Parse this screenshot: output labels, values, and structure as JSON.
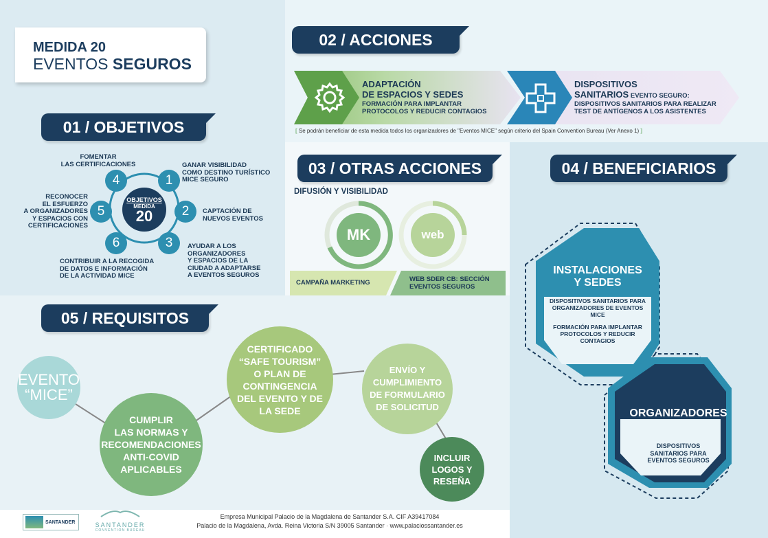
{
  "title": {
    "line1": "MEDIDA 20",
    "line2_a": "EVENTOS ",
    "line2_b": "SEGUROS"
  },
  "sections": {
    "acciones": "02 / ACCIONES",
    "objetivos": "01 / OBJETIVOS",
    "otras": "03 / OTRAS ACCIONES",
    "beneficiarios": "04 / BENEFICIARIOS",
    "requisitos": "05 / REQUISITOS"
  },
  "acciones": {
    "a1_title1": "ADAPTACIÓN",
    "a1_title2": "DE ESPACIOS Y SEDES",
    "a1_sub1": "FORMACIÓN PARA IMPLANTAR",
    "a1_sub2": "PROTOCOLOS Y REDUCIR CONTAGIOS",
    "a2_title1": "DISPOSITIVOS",
    "a2_title2": "SANITARIOS",
    "a2_title_small": " EVENTO SEGURO:",
    "a2_sub1": "DISPOSITIVOS SANITARIOS PARA REALIZAR",
    "a2_sub2": "TEST DE ANTÍGENOS A LOS ASISTENTES",
    "note": "Se podrán beneficiar de esta medida todos los organizadores de \"Eventos MICE\" según criterio del Spain Convention Bureau (Ver Anexo 1)"
  },
  "objetivos": {
    "center_1": "OBJETIVOS",
    "center_2": "MEDIDA",
    "center_3": "20",
    "nums": [
      "1",
      "2",
      "3",
      "4",
      "5",
      "6"
    ],
    "items": {
      "o1": [
        "GANAR VISIBILIDAD",
        "COMO DESTINO TURÍSTICO",
        "MICE SEGURO"
      ],
      "o2": [
        "CAPTACIÓN DE",
        "NUEVOS EVENTOS"
      ],
      "o3": [
        "AYUDAR A LOS",
        "ORGANIZADORES",
        "Y ESPACIOS DE LA",
        "CIUDAD A ADAPTARSE",
        "A EVENTOS SEGUROS"
      ],
      "o4": [
        "FOMENTAR",
        "LAS CERTIFICACIONES"
      ],
      "o5": [
        "RECONOCER",
        "EL ESFUERZO",
        "A ORGANIZADORES",
        "Y ESPACIOS CON",
        "CERTIFICACIONES"
      ],
      "o6": [
        "CONTRIBUIR A LA RECOGIDA",
        "DE DATOS E INFORMACIÓN",
        "DE LA ACTIVIDAD MICE"
      ]
    }
  },
  "otras": {
    "subtitle": "DIFUSIÓN Y VISIBILIDAD",
    "mk": "MK",
    "web": "web",
    "label1": "CAMPAÑA MARKETING",
    "label2_1": "WEB SDER CB: SECCIÓN",
    "label2_2": "EVENTOS SEGUROS"
  },
  "beneficiarios": {
    "h1_title1": "INSTALACIONES",
    "h1_title2": "Y SEDES",
    "h1_p1": [
      "DISPOSITIVOS SANITARIOS PARA",
      "ORGANIZADORES DE EVENTOS",
      "MICE"
    ],
    "h1_p2": [
      "FORMACIÓN PARA IMPLANTAR",
      "PROTOCOLOS Y REDUCIR",
      "CONTAGIOS"
    ],
    "h2_title": "ORGANIZADORES",
    "h2_p": [
      "DISPOSITIVOS",
      "SANITARIOS PARA",
      "EVENTOS SEGUROS"
    ]
  },
  "requisitos": {
    "r0": [
      "EVENTO",
      "“MICE”"
    ],
    "r1": [
      "CUMPLIR",
      "LAS NORMAS Y",
      "RECOMENDACIONES",
      "ANTI-COVID",
      "APLICABLES"
    ],
    "r2": [
      "CERTIFICADO",
      "“SAFE TOURISM”",
      "O PLAN DE",
      "CONTINGENCIA",
      "DEL EVENTO Y DE",
      "LA SEDE"
    ],
    "r3": [
      "ENVÍO Y",
      "CUMPLIMIENTO",
      "DE FORMULARIO",
      "DE SOLICITUD"
    ],
    "r4": [
      "INCLUIR",
      "LOGOS Y",
      "RESEÑA"
    ]
  },
  "footer": {
    "line1": "Empresa Municipal Palacio de la Magdalena de Santander S.A. CIF A39417084",
    "line2": "Palacio de la Magdalena, Avda. Reina Victoria S/N 39005 Santander · www.palaciossantander.es",
    "logo2": "SANTANDER",
    "logo2_sub": "CONVENTION BUREAU",
    "logo1": "SANTANDER"
  },
  "colors": {
    "navy": "#1c3d5e",
    "teal": "#2d8fb0",
    "green": "#7fb77e",
    "lightgreen": "#a7c87c"
  }
}
